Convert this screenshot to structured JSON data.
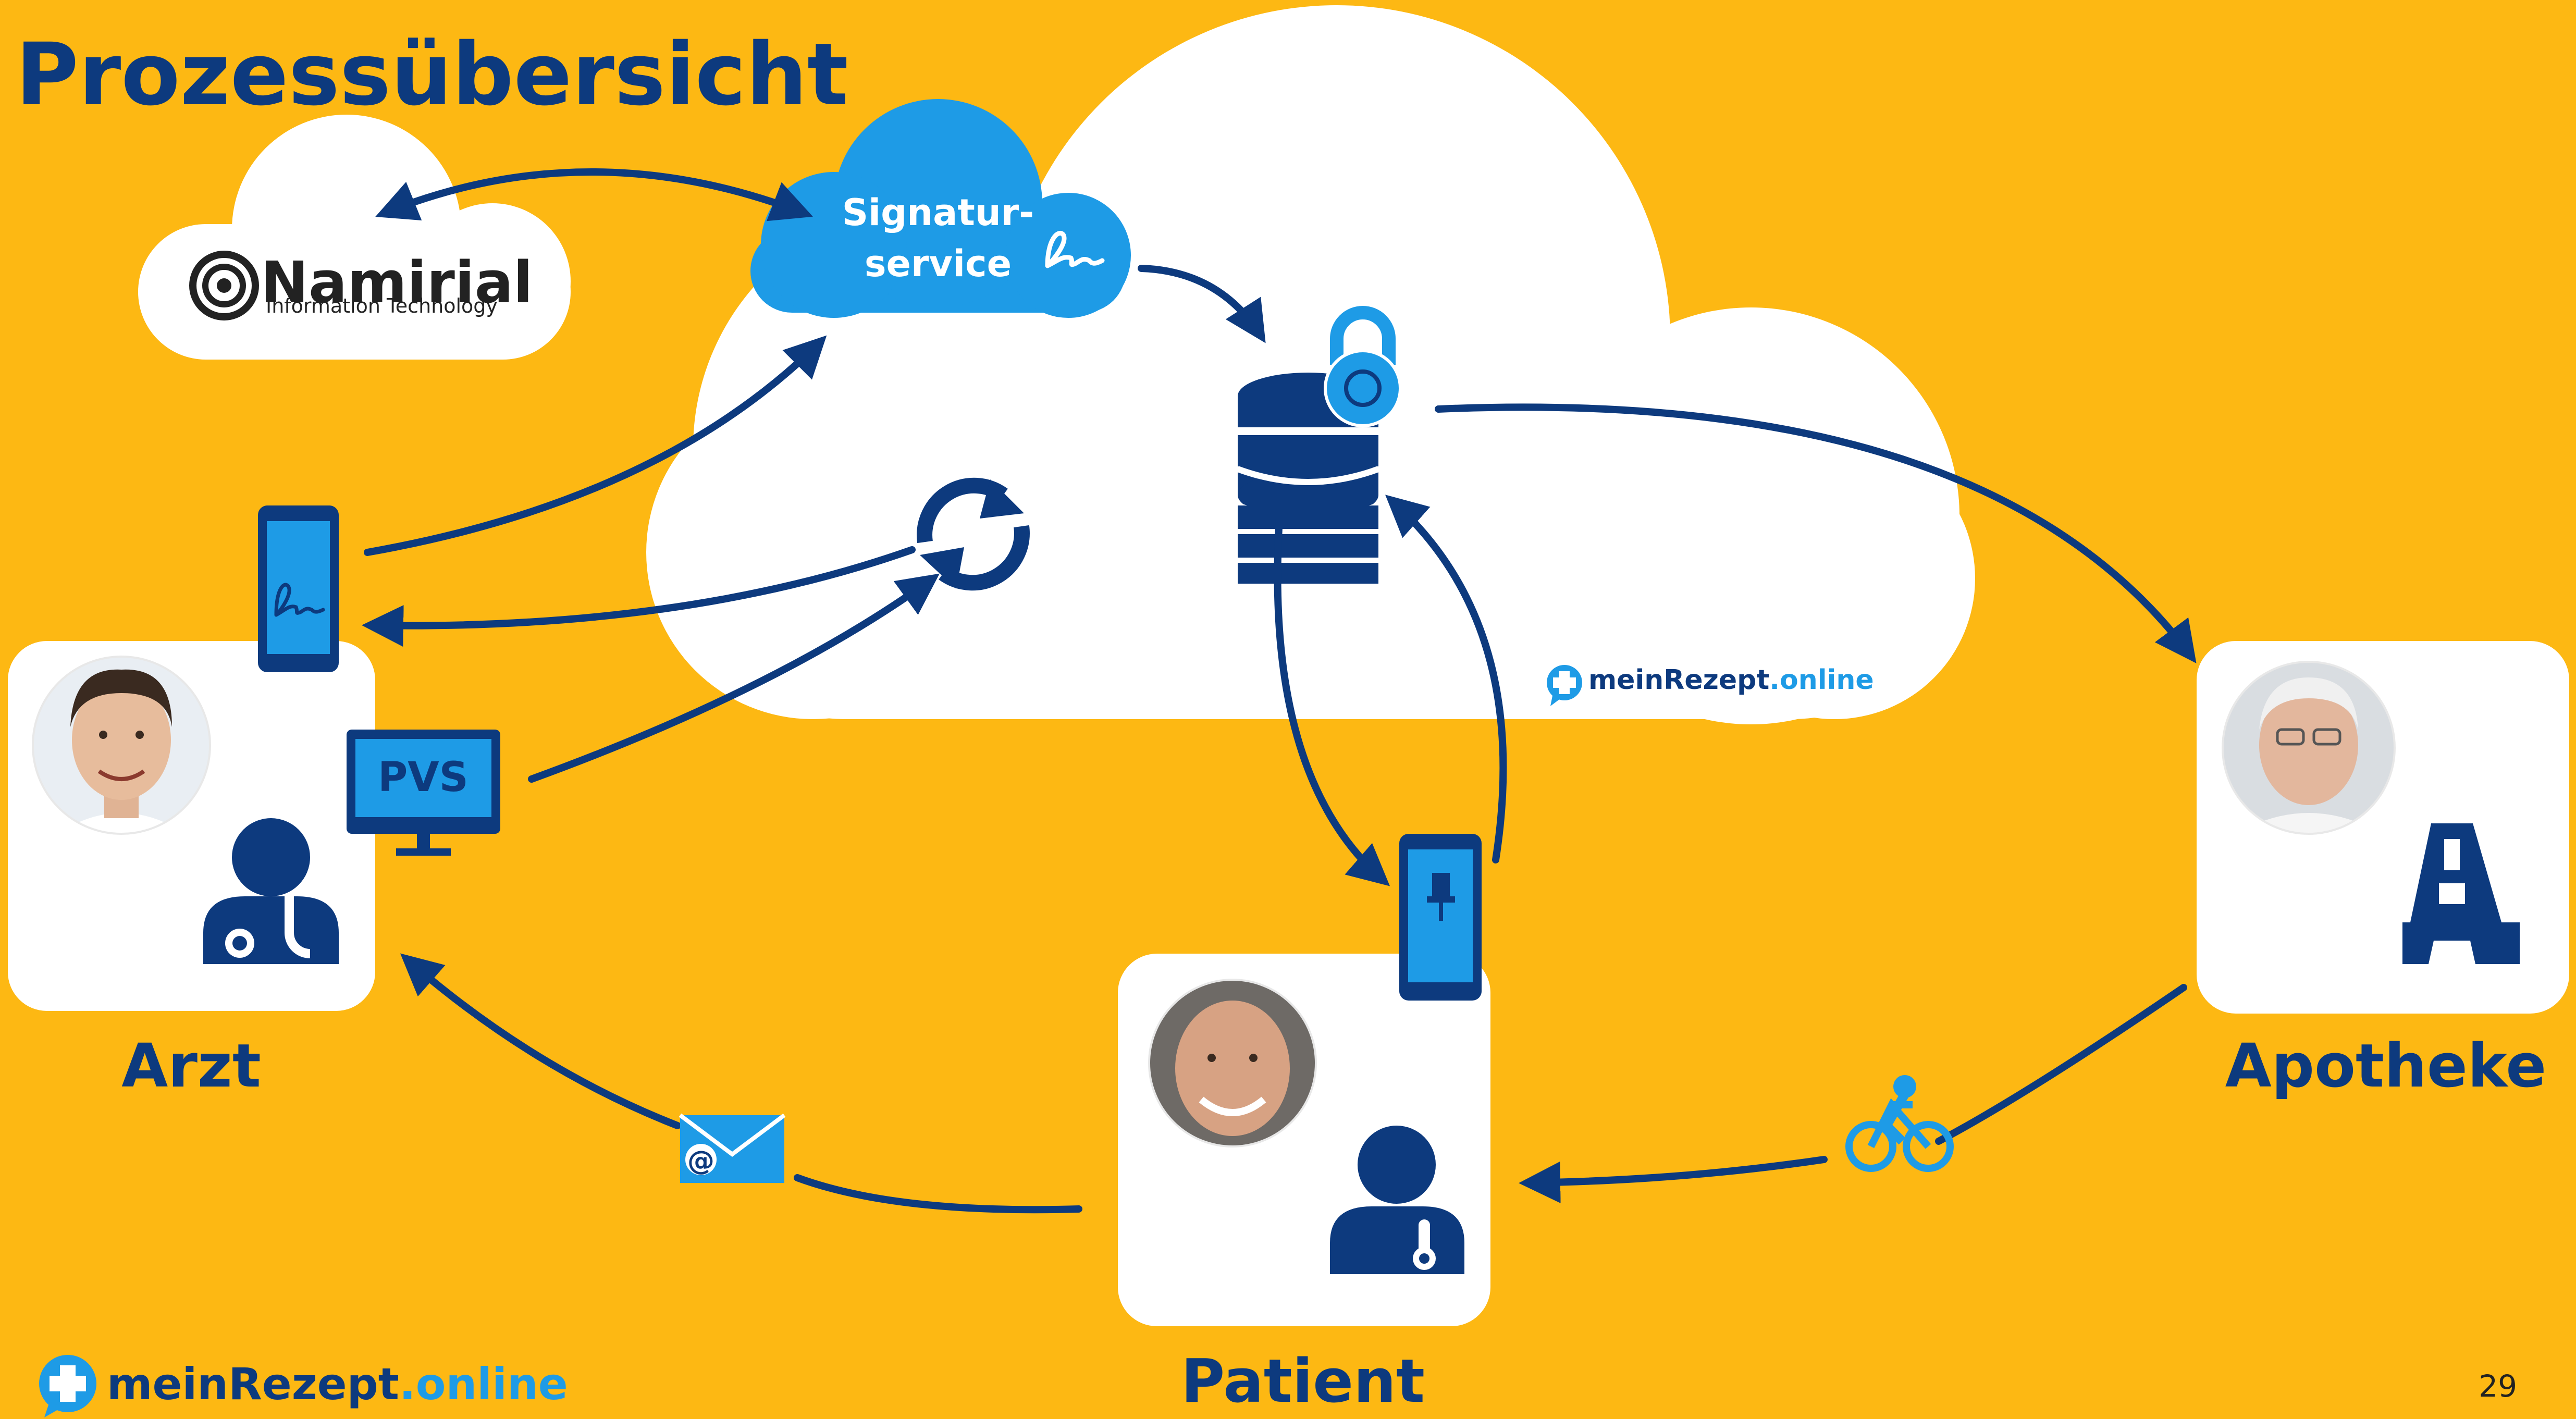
{
  "slide": {
    "title": "Prozessübersicht",
    "page_number": "29"
  },
  "labels": {
    "arzt": "Arzt",
    "patient": "Patient",
    "apotheke": "Apotheke"
  },
  "signature_service": {
    "line1": "Signatur-",
    "line2": "service"
  },
  "namirial": {
    "name": "Namirial",
    "tagline": "Information Technology"
  },
  "pvs": {
    "label": "PVS"
  },
  "brand": {
    "prefix": "meinRezept",
    "suffix": ".online"
  },
  "colors": {
    "background": "#FDB813",
    "navy": "#0D3A7E",
    "sky": "#1E9BE6",
    "white": "#FFFFFF"
  }
}
